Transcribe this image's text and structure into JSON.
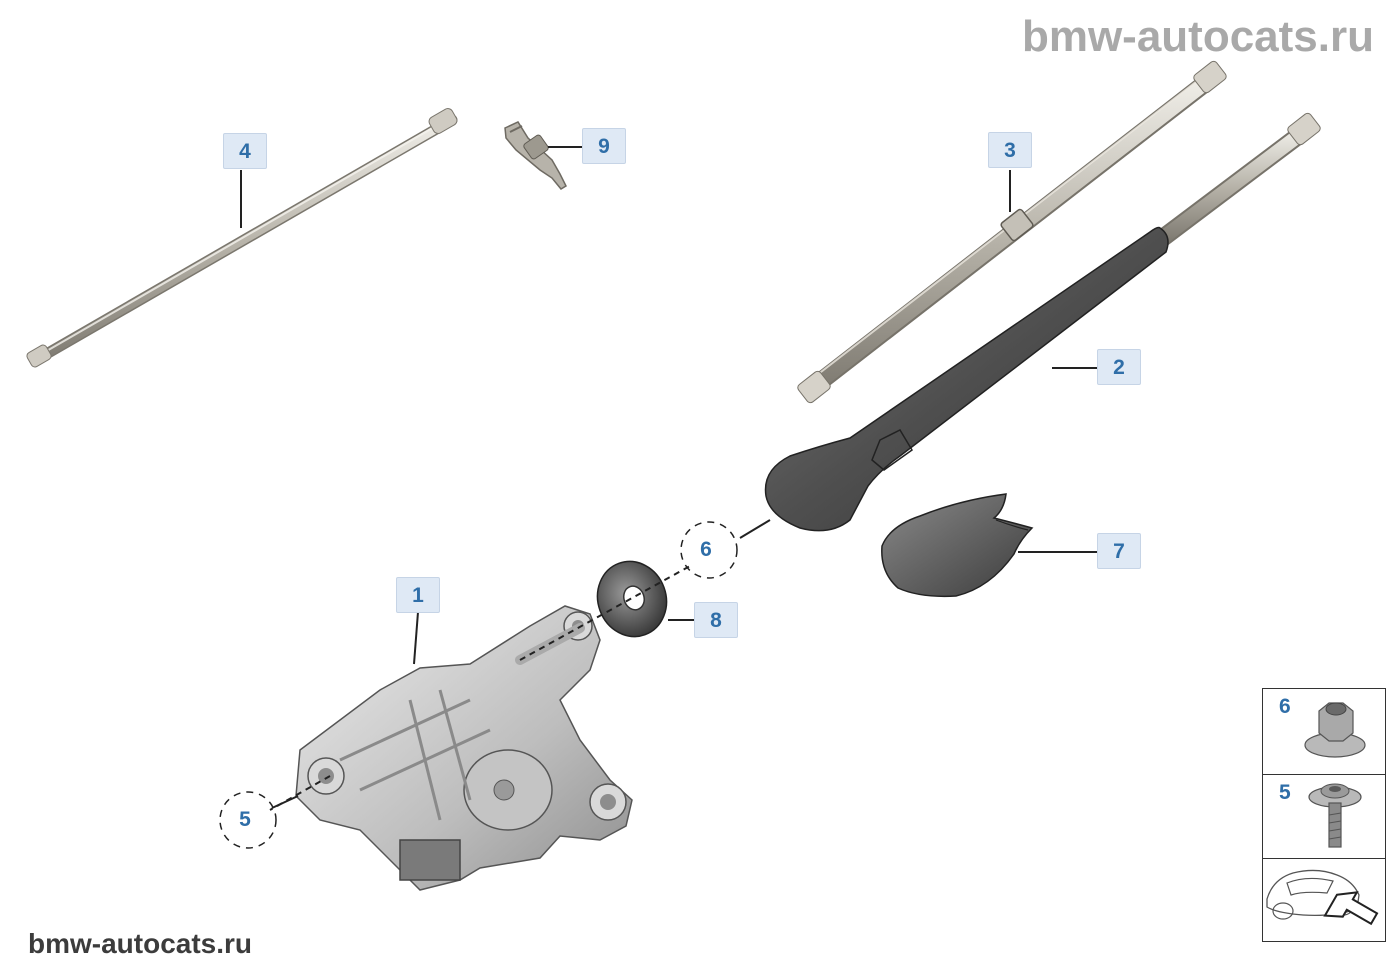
{
  "watermark": {
    "top": "bmw-autocats.ru",
    "bottom": "bmw-autocats.ru"
  },
  "callouts": [
    {
      "id": "c1",
      "label": "1"
    },
    {
      "id": "c2",
      "label": "2"
    },
    {
      "id": "c3",
      "label": "3"
    },
    {
      "id": "c4",
      "label": "4"
    },
    {
      "id": "c5",
      "label": "5"
    },
    {
      "id": "c6",
      "label": "6"
    },
    {
      "id": "c7",
      "label": "7"
    },
    {
      "id": "c8",
      "label": "8"
    },
    {
      "id": "c9",
      "label": "9"
    }
  ],
  "legend": {
    "nut_label": "6",
    "bolt_label": "5"
  },
  "colors": {
    "callout_text": "#2f6ea8",
    "callout_bg": "#dfe9f5",
    "metal_light": "#d9d6ce",
    "metal_dark": "#8f8b82",
    "rubber": "#4a4a4a",
    "housing": "#c9c9c9"
  }
}
